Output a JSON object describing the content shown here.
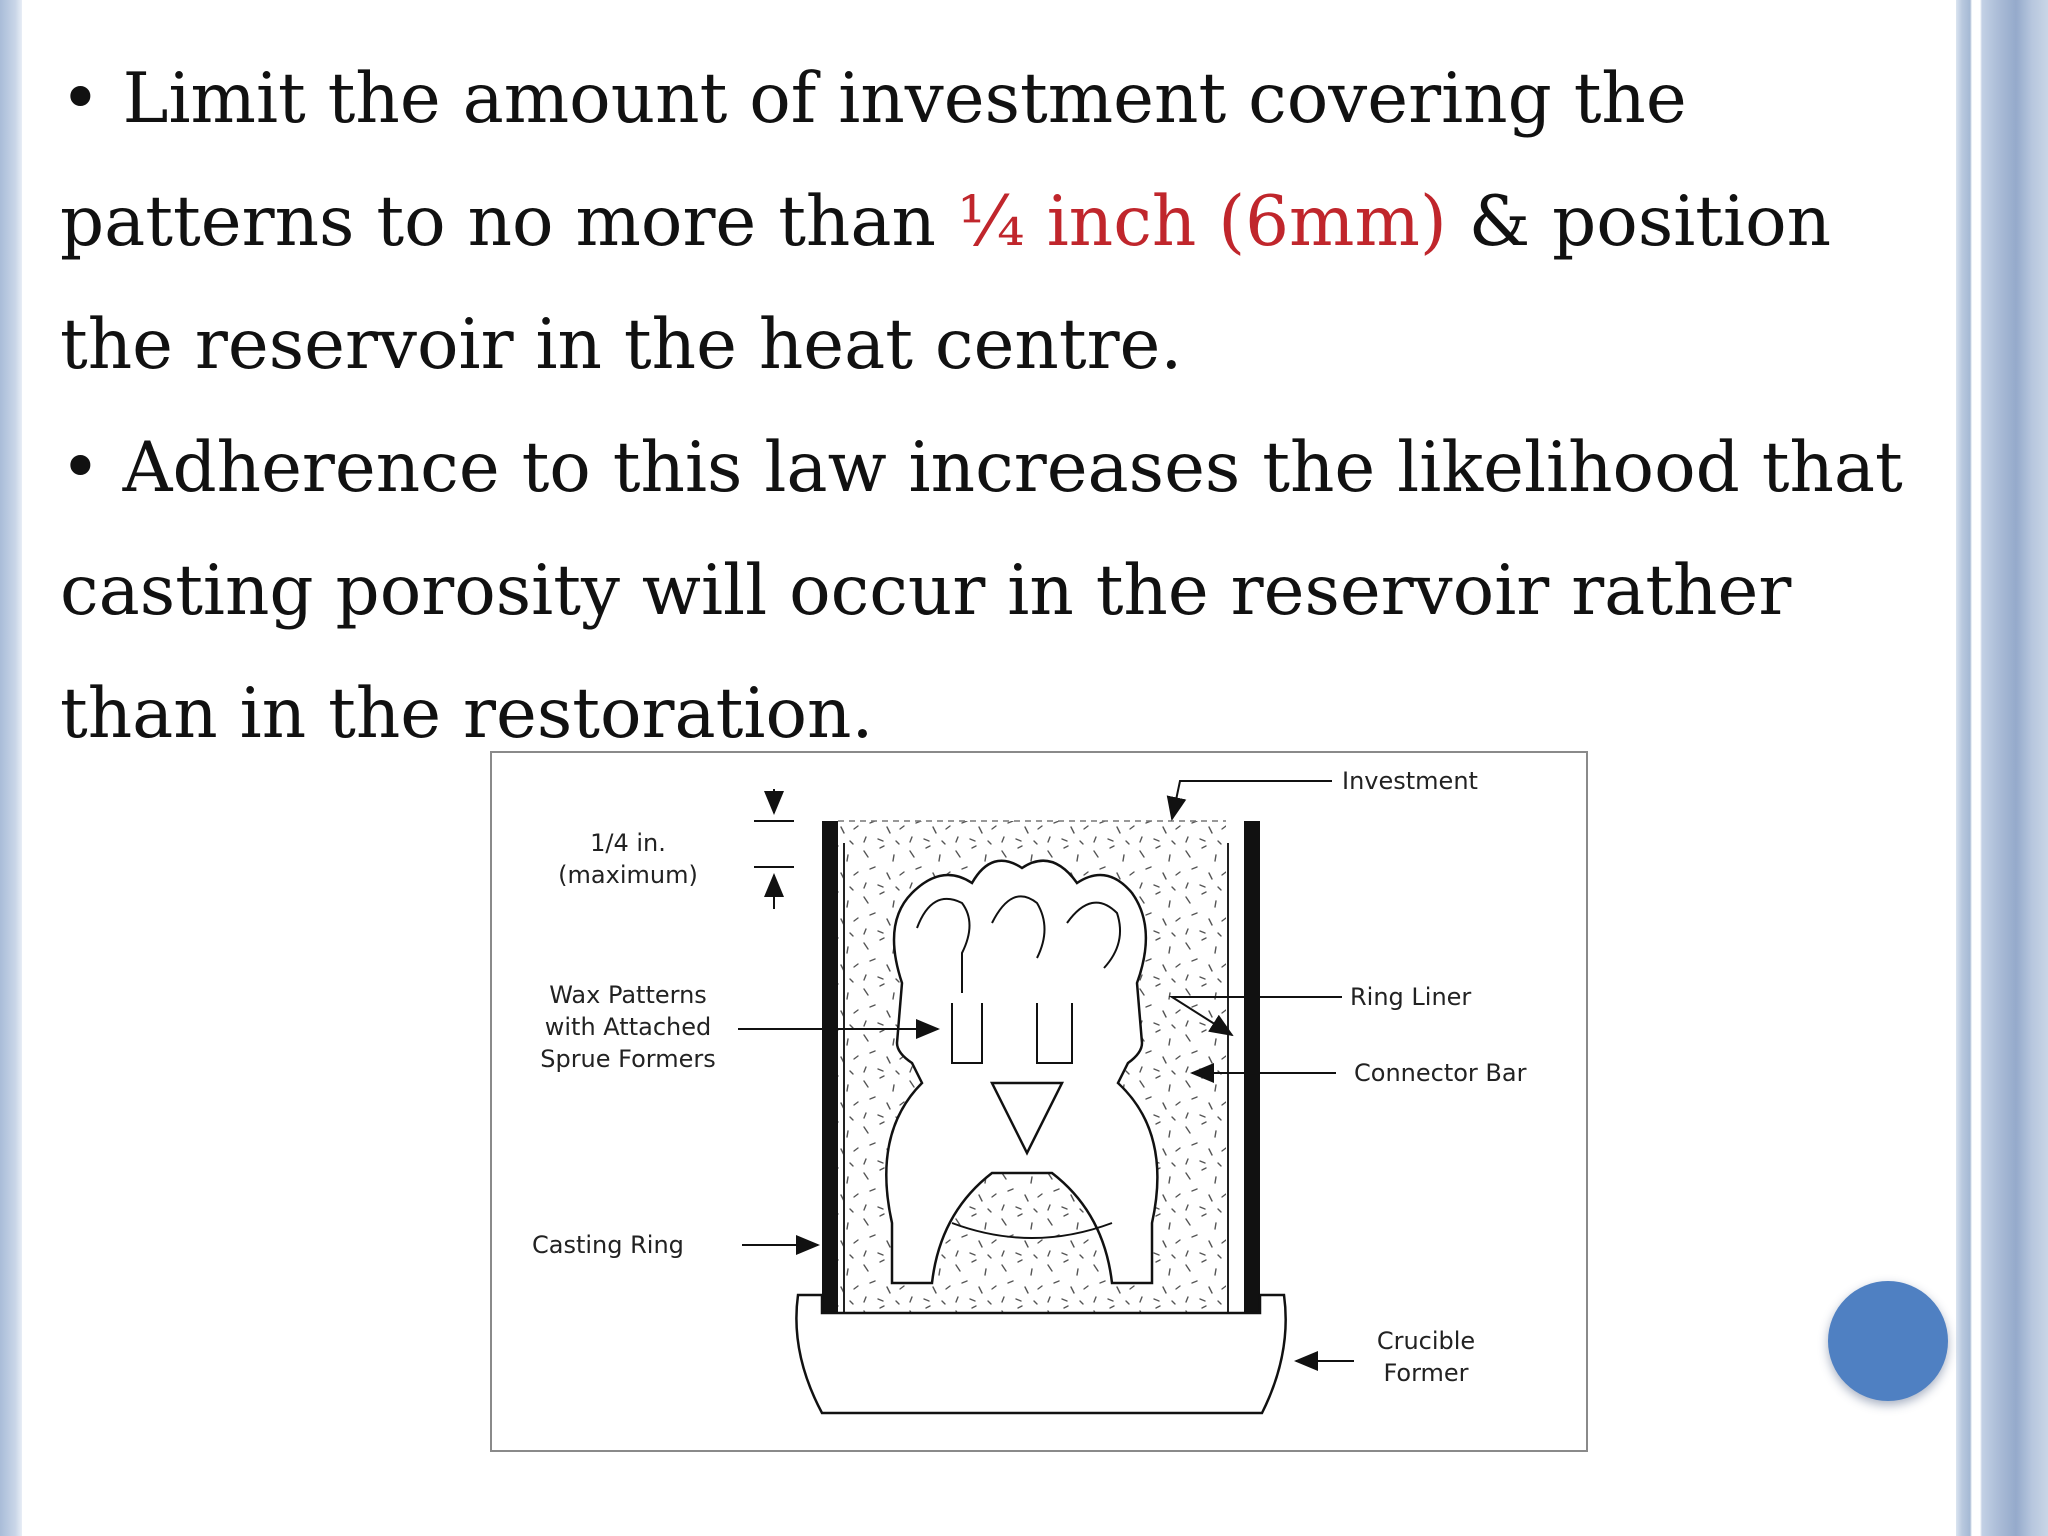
{
  "bullets": [
    {
      "before": "Limit the amount of investment covering the patterns to no more than ",
      "highlight": "¼ inch (6mm)",
      "after": " & position the reservoir in the heat centre."
    },
    {
      "text": "Adherence to this law increases the likelihood that casting porosity will occur in the reservoir rather than in the restoration."
    }
  ],
  "bullet_glyph": "•",
  "figure": {
    "labels": {
      "investment": "Investment",
      "quarter_inch_line1": "1/4 in.",
      "quarter_inch_line2": "(maximum)",
      "wax_line1": "Wax Patterns",
      "wax_line2": "with Attached",
      "wax_line3": "Sprue Formers",
      "ring_liner": "Ring Liner",
      "connector_bar": "Connector Bar",
      "casting_ring": "Casting Ring",
      "crucible_line1": "Crucible",
      "crucible_line2": "Former"
    }
  },
  "colors": {
    "highlight": "#c0262c",
    "accent_button": "#4f80c2",
    "frame": "#a5b9d4"
  }
}
